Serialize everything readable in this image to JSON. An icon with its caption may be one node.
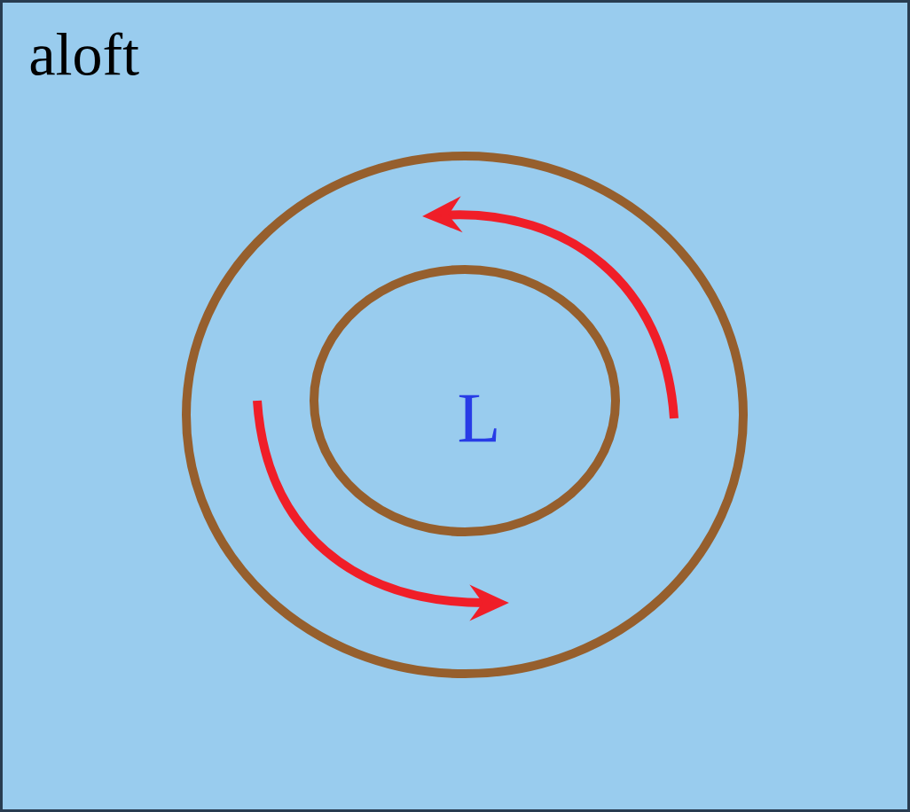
{
  "diagram": {
    "nodes": [
      {
        "text": [],
        "shape": "circle"
      },
      {
        "text": [
          "L"
        ],
        "in": 0
      }
    ],
    "labels": [
      "aloft"
    ]
  }
}
